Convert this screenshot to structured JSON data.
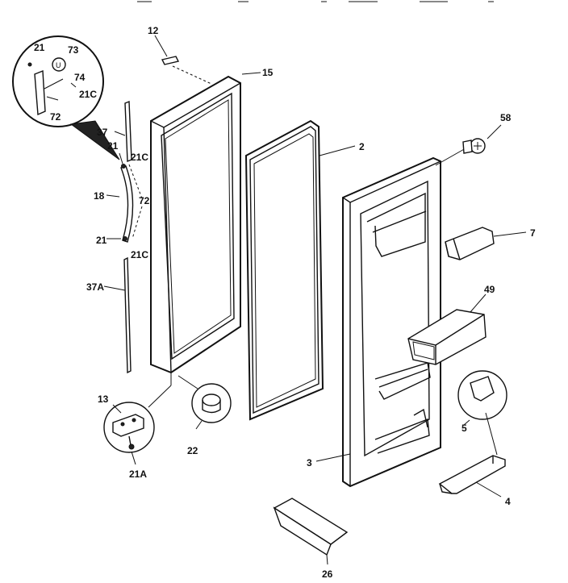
{
  "callouts": {
    "c12": "12",
    "c15": "15",
    "c2": "2",
    "c58": "58",
    "c7": "7",
    "c49": "49",
    "c5": "5",
    "c4": "4",
    "c3": "3",
    "c26": "26",
    "c22": "22",
    "c13": "13",
    "c21a": "21A",
    "c37": "37",
    "c37a": "37A",
    "c18": "18",
    "c21_upper": "21",
    "c21_lower": "21",
    "c21c_upper": "21C",
    "c21c_lower": "21C",
    "c72_main": "72",
    "inset_21": "21",
    "inset_73": "73",
    "inset_74": "74",
    "inset_21c": "21C",
    "inset_72": "72"
  }
}
